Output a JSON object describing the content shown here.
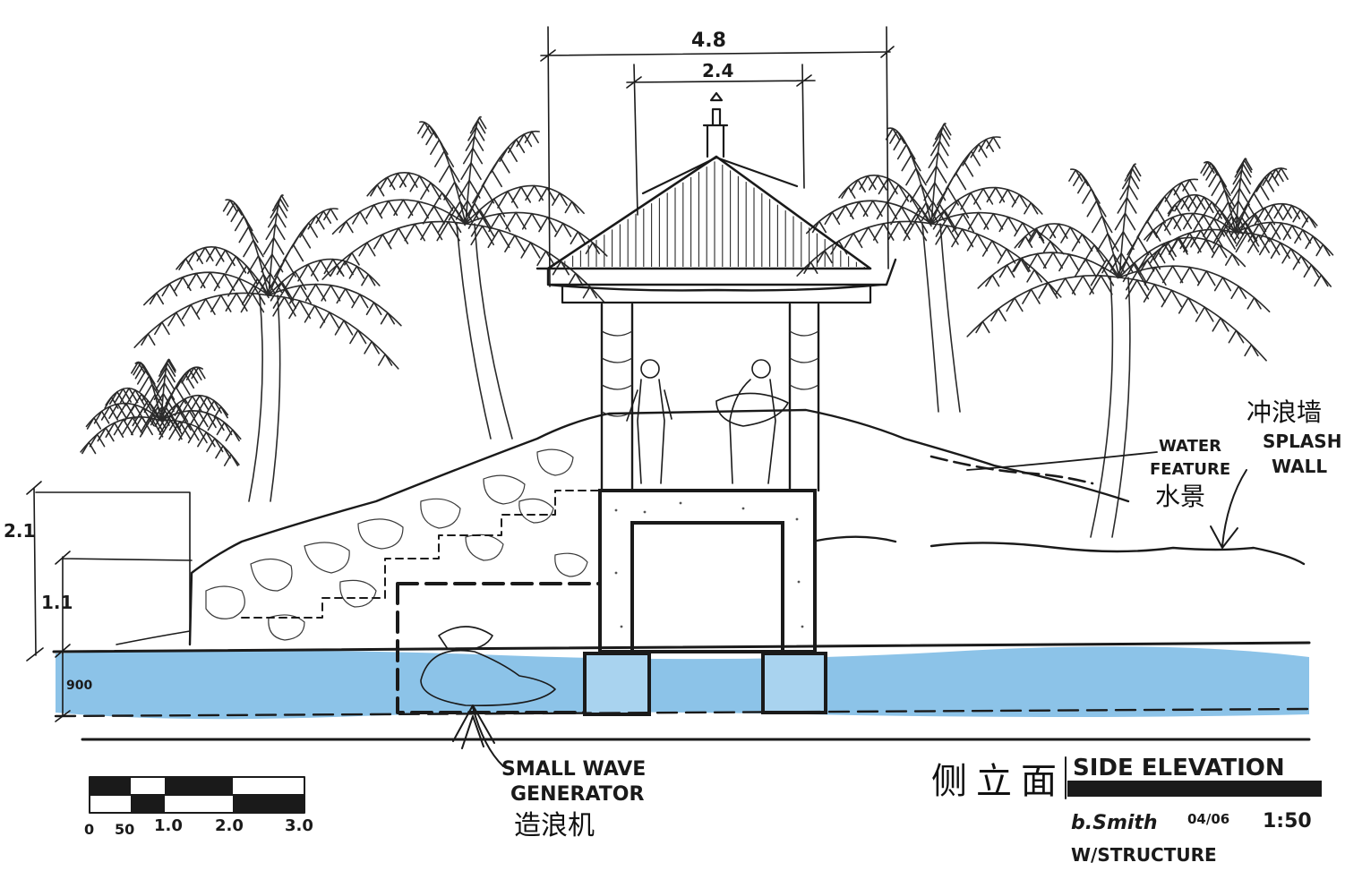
{
  "drawing": {
    "title_cn": "侧立面",
    "title_en": "SIDE ELEVATION",
    "scale": "1:50",
    "author": "b.Smith",
    "date": "04/06",
    "note": "W/STRUCTURE"
  },
  "dimensions": {
    "overall_width": "4.8",
    "roof_width": "2.4",
    "wall_height": "2.1",
    "low_wall_height": "1.1",
    "water_depth": "900"
  },
  "labels": {
    "splash_wall_cn": "冲浪墙",
    "splash_wall_en_1": "SPLASH",
    "splash_wall_en_2": "WALL",
    "water_feature_en_1": "WATER",
    "water_feature_en_2": "FEATURE",
    "water_feature_cn": "水景",
    "wave_generator_en_1": "SMALL WAVE",
    "wave_generator_en_2": "GENERATOR",
    "wave_generator_cn": "造浪机"
  },
  "scale_bar": {
    "ticks": [
      "0",
      "50",
      "1.0",
      "2.0",
      "3.0"
    ]
  },
  "colors": {
    "ink": "#1a1a1a",
    "water": "#7fbde6",
    "paper": "#ffffff"
  }
}
